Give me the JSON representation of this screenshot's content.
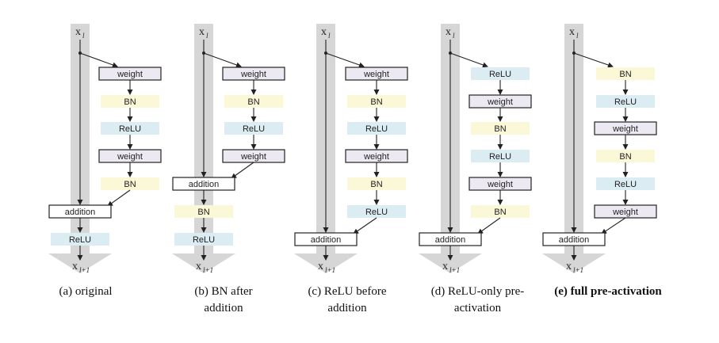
{
  "input_label": "x",
  "input_sub": "l",
  "output_label": "x",
  "output_sub": "l+1",
  "colors": {
    "shortcut": "#d6d6d6",
    "weight_fill": "#ece9f2",
    "bn_fill": "#fbf8d8",
    "relu_fill": "#dcecf3",
    "stroke": "#222222"
  },
  "columns": [
    {
      "caption": "(a) original",
      "bold": false,
      "branch": [
        "weight",
        "BN",
        "ReLU",
        "weight",
        "BN"
      ],
      "merge": "addition",
      "after": [
        "ReLU"
      ]
    },
    {
      "caption": "(b) BN after addition",
      "bold": false,
      "branch": [
        "weight",
        "BN",
        "ReLU",
        "weight"
      ],
      "merge": "addition",
      "after": [
        "BN",
        "ReLU"
      ]
    },
    {
      "caption": "(c) ReLU before addition",
      "bold": false,
      "branch": [
        "weight",
        "BN",
        "ReLU",
        "weight",
        "BN",
        "ReLU"
      ],
      "merge": "addition",
      "after": []
    },
    {
      "caption": "(d) ReLU-only pre-activation",
      "bold": false,
      "branch": [
        "ReLU",
        "weight",
        "BN",
        "ReLU",
        "weight",
        "BN"
      ],
      "merge": "addition",
      "after": []
    },
    {
      "caption": "(e) full pre-activation",
      "bold": true,
      "branch": [
        "BN",
        "ReLU",
        "weight",
        "BN",
        "ReLU",
        "weight"
      ],
      "merge": "addition",
      "after": []
    }
  ]
}
